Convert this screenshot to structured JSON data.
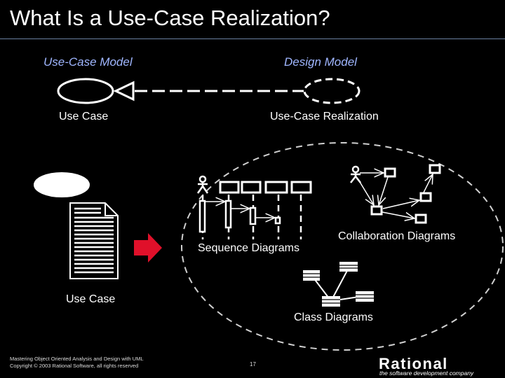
{
  "slide": {
    "title": "What Is a Use-Case Realization?",
    "use_case_model_label": "Use-Case Model",
    "design_model_label": "Design Model",
    "use_case_label": "Use Case",
    "use_case_realization_label": "Use-Case Realization",
    "use_case_lower_label": "Use Case",
    "sequence_diagrams_label": "Sequence Diagrams",
    "collaboration_diagrams_label": "Collaboration Diagrams",
    "class_diagrams_label": "Class Diagrams"
  },
  "footer": {
    "line1": "Mastering Object Oriented Analysis and Design with UML",
    "line2": "Copyright © 2003 Rational Software, all rights reserved",
    "page_number": "17",
    "logo_text": "Rational",
    "tagline": "the software development company"
  },
  "colors": {
    "background": "#000000",
    "heading_blue": "#9fb6ff",
    "arrow_red": "#e0102a",
    "rule": "#6b7fa0"
  }
}
